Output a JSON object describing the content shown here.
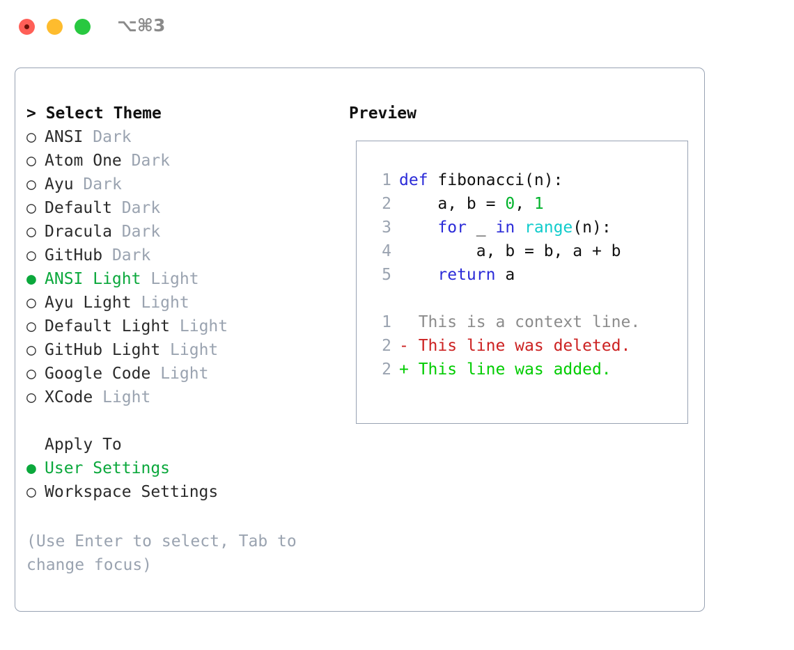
{
  "titlebar": {
    "shortcut": "⌥⌘3",
    "buttons": [
      {
        "name": "close",
        "color": "#FF5F57"
      },
      {
        "name": "minimize",
        "color": "#FEBC2E"
      },
      {
        "name": "maximize",
        "color": "#28C840"
      }
    ]
  },
  "theme_section": {
    "title": "> Select Theme",
    "caret": ">",
    "items": [
      {
        "marker": "○",
        "label": "ANSI",
        "variant": "Dark",
        "selected": false
      },
      {
        "marker": "○",
        "label": "Atom One",
        "variant": "Dark",
        "selected": false
      },
      {
        "marker": "○",
        "label": "Ayu",
        "variant": "Dark",
        "selected": false
      },
      {
        "marker": "○",
        "label": "Default",
        "variant": "Dark",
        "selected": false
      },
      {
        "marker": "○",
        "label": "Dracula",
        "variant": "Dark",
        "selected": false
      },
      {
        "marker": "○",
        "label": "GitHub",
        "variant": "Dark",
        "selected": false
      },
      {
        "marker": "●",
        "label": "ANSI Light",
        "variant": "Light",
        "selected": true
      },
      {
        "marker": "○",
        "label": "Ayu Light",
        "variant": "Light",
        "selected": false
      },
      {
        "marker": "○",
        "label": "Default Light",
        "variant": "Light",
        "selected": false
      },
      {
        "marker": "○",
        "label": "GitHub Light",
        "variant": "Light",
        "selected": false
      },
      {
        "marker": "○",
        "label": "Google Code",
        "variant": "Light",
        "selected": false
      },
      {
        "marker": "○",
        "label": "XCode",
        "variant": "Light",
        "selected": false
      }
    ]
  },
  "apply_to_section": {
    "title": "Apply To",
    "items": [
      {
        "marker": "●",
        "label": "User Settings",
        "selected": true
      },
      {
        "marker": "○",
        "label": "Workspace Settings",
        "selected": false
      }
    ]
  },
  "hint": "(Use Enter to select, Tab to change focus)",
  "preview": {
    "title": "Preview",
    "code_lines": [
      {
        "number": "1",
        "tokens": [
          {
            "t": "def",
            "c": "kw"
          },
          {
            "t": " fibonacci(n):",
            "c": "plain"
          }
        ]
      },
      {
        "number": "2",
        "tokens": [
          {
            "t": "    a, b = ",
            "c": "plain"
          },
          {
            "t": "0",
            "c": "num"
          },
          {
            "t": ", ",
            "c": "plain"
          },
          {
            "t": "1",
            "c": "num"
          }
        ]
      },
      {
        "number": "3",
        "tokens": [
          {
            "t": "    ",
            "c": "plain"
          },
          {
            "t": "for",
            "c": "kw"
          },
          {
            "t": " _ ",
            "c": "plain"
          },
          {
            "t": "in",
            "c": "kw"
          },
          {
            "t": " ",
            "c": "plain"
          },
          {
            "t": "range",
            "c": "fn"
          },
          {
            "t": "(n):",
            "c": "plain"
          }
        ]
      },
      {
        "number": "4",
        "tokens": [
          {
            "t": "        a, b = b, a + b",
            "c": "plain"
          }
        ]
      },
      {
        "number": "5",
        "tokens": [
          {
            "t": "    ",
            "c": "plain"
          },
          {
            "t": "return",
            "c": "kw"
          },
          {
            "t": " a",
            "c": "plain"
          }
        ]
      }
    ],
    "diff_lines": [
      {
        "number": "1",
        "sign": " ",
        "text": " This is a context line.",
        "kind": "ctx"
      },
      {
        "number": "2",
        "sign": "-",
        "text": " This line was deleted.",
        "kind": "del"
      },
      {
        "number": "2",
        "sign": "+",
        "text": " This line was added.",
        "kind": "add"
      }
    ]
  },
  "colors": {
    "accent_green": "#0BA83C",
    "muted_gray": "#9AA3B0",
    "border": "#98A2B3",
    "keyword_blue": "#2B2BD8",
    "function_cyan": "#11CCCC",
    "number_green": "#00B32B",
    "diff_delete_red": "#CC2222",
    "diff_add_green": "#00CC00",
    "diff_context_gray": "#8C8C8C"
  }
}
